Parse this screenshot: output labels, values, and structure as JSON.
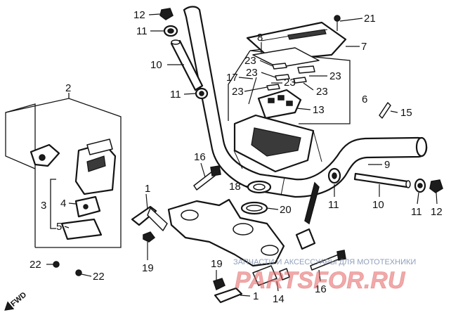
{
  "callouts": {
    "c2": "2",
    "c3": "3",
    "c4": "4",
    "c5": "5",
    "c22a": "22",
    "c22b": "22",
    "c12a": "12",
    "c11a": "11",
    "c10a": "10",
    "c11b": "11",
    "c8": "8",
    "c23a": "23",
    "c23b": "23",
    "c17": "17",
    "c23c": "23",
    "c23d": "23",
    "c23e": "23",
    "c23f": "23",
    "c21": "21",
    "c7": "7",
    "c6": "6",
    "c13": "13",
    "c15": "15",
    "c16a": "16",
    "c18": "18",
    "c20": "20",
    "c1a": "1",
    "c19a": "19",
    "c19b": "19",
    "c1b": "1",
    "c14": "14",
    "c16b": "16",
    "c9": "9",
    "c11c": "11",
    "c10b": "10",
    "c11d": "11",
    "c12b": "12"
  },
  "fwd_label": "FWD",
  "watermark": {
    "line": "ЗАПЧАСТИ И АКСЕССУАРЫ ДЛЯ МОТОТЕХНИКИ",
    "brand": "PARTSFOR.RU"
  },
  "colors": {
    "ink": "#141414",
    "watermark_red": "#e56060",
    "watermark_blue": "#7d8fb0"
  }
}
